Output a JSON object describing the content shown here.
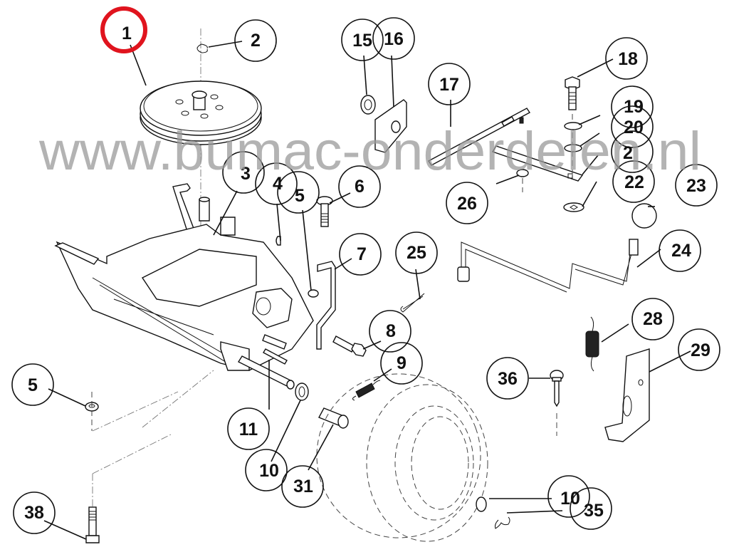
{
  "diagram": {
    "type": "exploded-parts-diagram",
    "subject": "Transaxle, pulley and drive linkage assembly",
    "watermark": "www.bumac-onderdelen.nl",
    "highlight_color": "#e0141e",
    "highlighted_callout": "1",
    "callouts": [
      {
        "id": "1",
        "label": "1",
        "highlighted": true
      },
      {
        "id": "2",
        "label": "2"
      },
      {
        "id": "3",
        "label": "3"
      },
      {
        "id": "4",
        "label": "4"
      },
      {
        "id": "5a",
        "label": "5"
      },
      {
        "id": "6",
        "label": "6"
      },
      {
        "id": "7",
        "label": "7"
      },
      {
        "id": "8",
        "label": "8"
      },
      {
        "id": "9",
        "label": "9"
      },
      {
        "id": "10a",
        "label": "10"
      },
      {
        "id": "11",
        "label": "11"
      },
      {
        "id": "15",
        "label": "15"
      },
      {
        "id": "16",
        "label": "16"
      },
      {
        "id": "17",
        "label": "17"
      },
      {
        "id": "18",
        "label": "18"
      },
      {
        "id": "19",
        "label": "19"
      },
      {
        "id": "20",
        "label": "20"
      },
      {
        "id": "21",
        "label": "2"
      },
      {
        "id": "22",
        "label": "22"
      },
      {
        "id": "23",
        "label": "23"
      },
      {
        "id": "24",
        "label": "24"
      },
      {
        "id": "25",
        "label": "25"
      },
      {
        "id": "26",
        "label": "26"
      },
      {
        "id": "28",
        "label": "28"
      },
      {
        "id": "29",
        "label": "29"
      },
      {
        "id": "5b",
        "label": "5"
      },
      {
        "id": "31",
        "label": "31"
      },
      {
        "id": "36",
        "label": "36"
      },
      {
        "id": "10b",
        "label": "10"
      },
      {
        "id": "35",
        "label": "35"
      },
      {
        "id": "38",
        "label": "38"
      }
    ]
  }
}
